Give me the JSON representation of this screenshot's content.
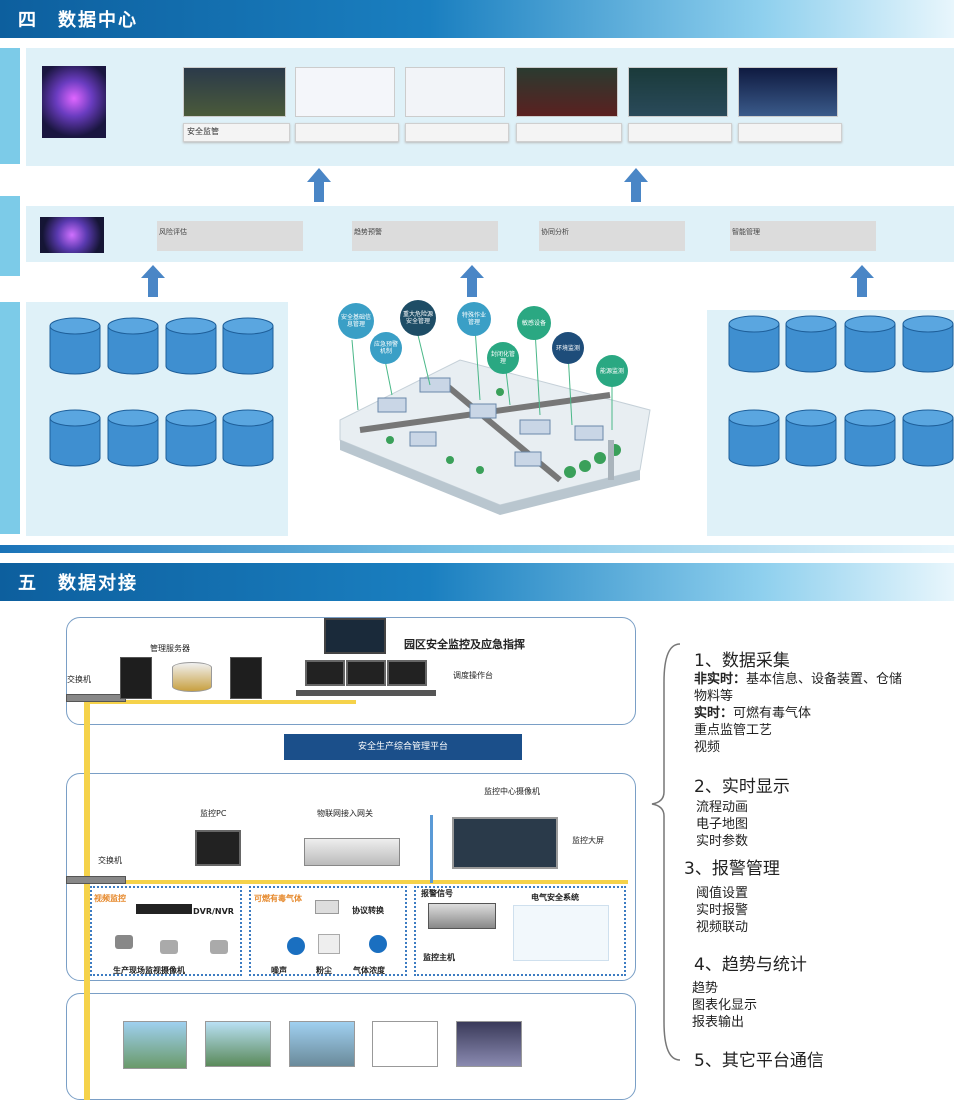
{
  "section4": {
    "num": "四",
    "title": "数据中心"
  },
  "section5": {
    "num": "五",
    "title": "数据对接"
  },
  "top_band": {
    "caption1": "安全监管"
  },
  "mid_band": {
    "boxes": [
      "风险评估",
      "趋势预警",
      "协同分析",
      "智能管理"
    ]
  },
  "bubbles": [
    "安全基础信息管理",
    "应急预警机制",
    "重大危险源安全管理",
    "特殊作业管理",
    "封闭化管理",
    "敏感设备",
    "环境监测",
    "能源监测"
  ],
  "diagram5": {
    "top_title": "园区安全监控及应急指挥",
    "mgmt_server": "管理服务器",
    "console": "调度操作台",
    "switch1": "交换机",
    "platform": "安全生产综合管理平台",
    "monitor_pc": "监控PC",
    "iot_gateway": "物联网接入网关",
    "center_camera": "监控中心摄像机",
    "big_screen": "监控大屏",
    "switch2": "交换机",
    "video_monitor": "视频监控",
    "dvr": "DVR/NVR",
    "gas": "可燃有毒气体",
    "protocol": "协议转换",
    "alarm_signal": "报警信号",
    "electric": "电气安全系统",
    "monitor_host": "监控主机",
    "cameras": "生产现场监视摄像机",
    "noise": "噪声",
    "dust": "粉尘",
    "gas_conc": "气体浓度"
  },
  "right_list": {
    "h1": "1、数据采集",
    "l1a_b": "非实时：",
    "l1a": "基本信息、设备装置、仓储",
    "l1a2": "物料等",
    "l1b_b": "实时：",
    "l1b": "可燃有毒气体",
    "l1c": "重点监管工艺",
    "l1d": "视频",
    "h2": "2、实时显示",
    "l2a": "流程动画",
    "l2b": "电子地图",
    "l2c": "实时参数",
    "h3": "3、报警管理",
    "l3a": "阈值设置",
    "l3b": "实时报警",
    "l3c": "视频联动",
    "h4": "4、趋势与统计",
    "l4a": "趋势",
    "l4b": "图表化显示",
    "l4c": "报表输出",
    "h5": "5、其它平台通信"
  },
  "colors": {
    "header_blue": "#0d5f9e",
    "band": "#dff1f8",
    "sidebar": "#7ccbe8",
    "arrow": "#4a86c6",
    "cyl": "#3f8fd0",
    "line": "#f5d24a",
    "platform": "#1b4f8a"
  }
}
